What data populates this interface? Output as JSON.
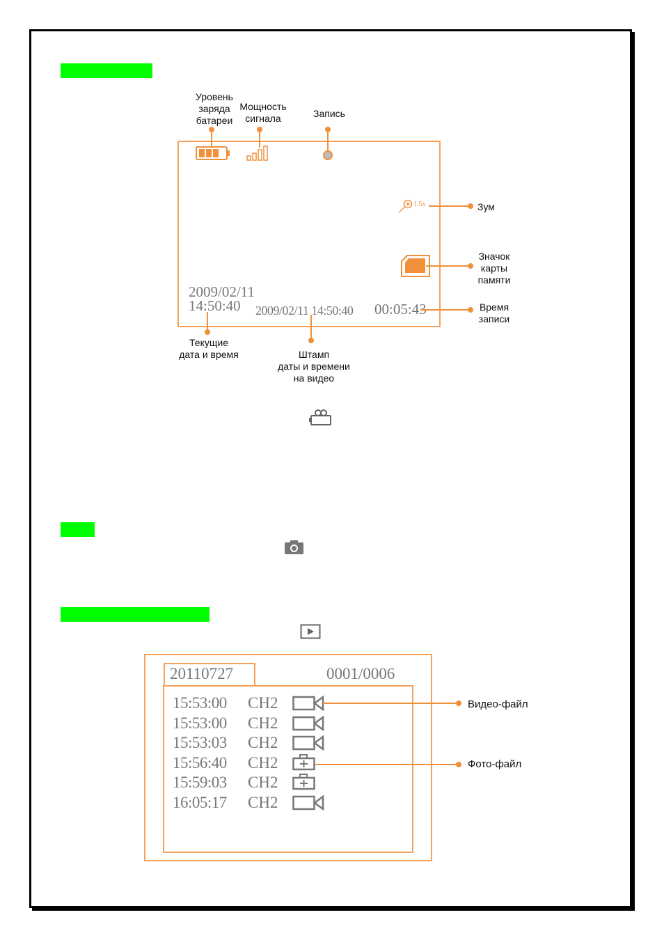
{
  "section_bars": [
    {
      "name": "section-1-heading"
    },
    {
      "name": "section-2-heading"
    },
    {
      "name": "section-3-heading"
    }
  ],
  "diagram": {
    "labels": {
      "battery": "Уровень\nзаряда\nбатареи",
      "signal": "Мощность\nсигнала",
      "record": "Запись",
      "zoom": "Зум",
      "card": "Значок\nкарты\nпамяти",
      "rec_time": "Время\nзаписи",
      "current_dt": "Текущие\nдата и время",
      "stamp": "Штамп\nдаты и времени\nна видео"
    },
    "screen": {
      "date": "2009/02/11",
      "time": "14:50:40",
      "stamp": "2009/02/11 14:50:40",
      "elapsed": "00:05:43",
      "zoom_value": "1.5x"
    }
  },
  "icons": {
    "video_mode": "video-camera-icon",
    "photo_mode": "camera-icon",
    "playback_mode": "play-icon"
  },
  "playback": {
    "date": "20110727",
    "counter": "0001/0006",
    "rows": [
      {
        "time": "15:53:00",
        "channel": "CH2",
        "type": "video"
      },
      {
        "time": "15:53:00",
        "channel": "CH2",
        "type": "video"
      },
      {
        "time": "15:53:03",
        "channel": "CH2",
        "type": "video"
      },
      {
        "time": "15:56:40",
        "channel": "CH2",
        "type": "photo"
      },
      {
        "time": "15:59:03",
        "channel": "CH2",
        "type": "photo"
      },
      {
        "time": "16:05:17",
        "channel": "CH2",
        "type": "video"
      }
    ],
    "label_video": "Видео-файл",
    "label_photo": "Фото-файл"
  }
}
